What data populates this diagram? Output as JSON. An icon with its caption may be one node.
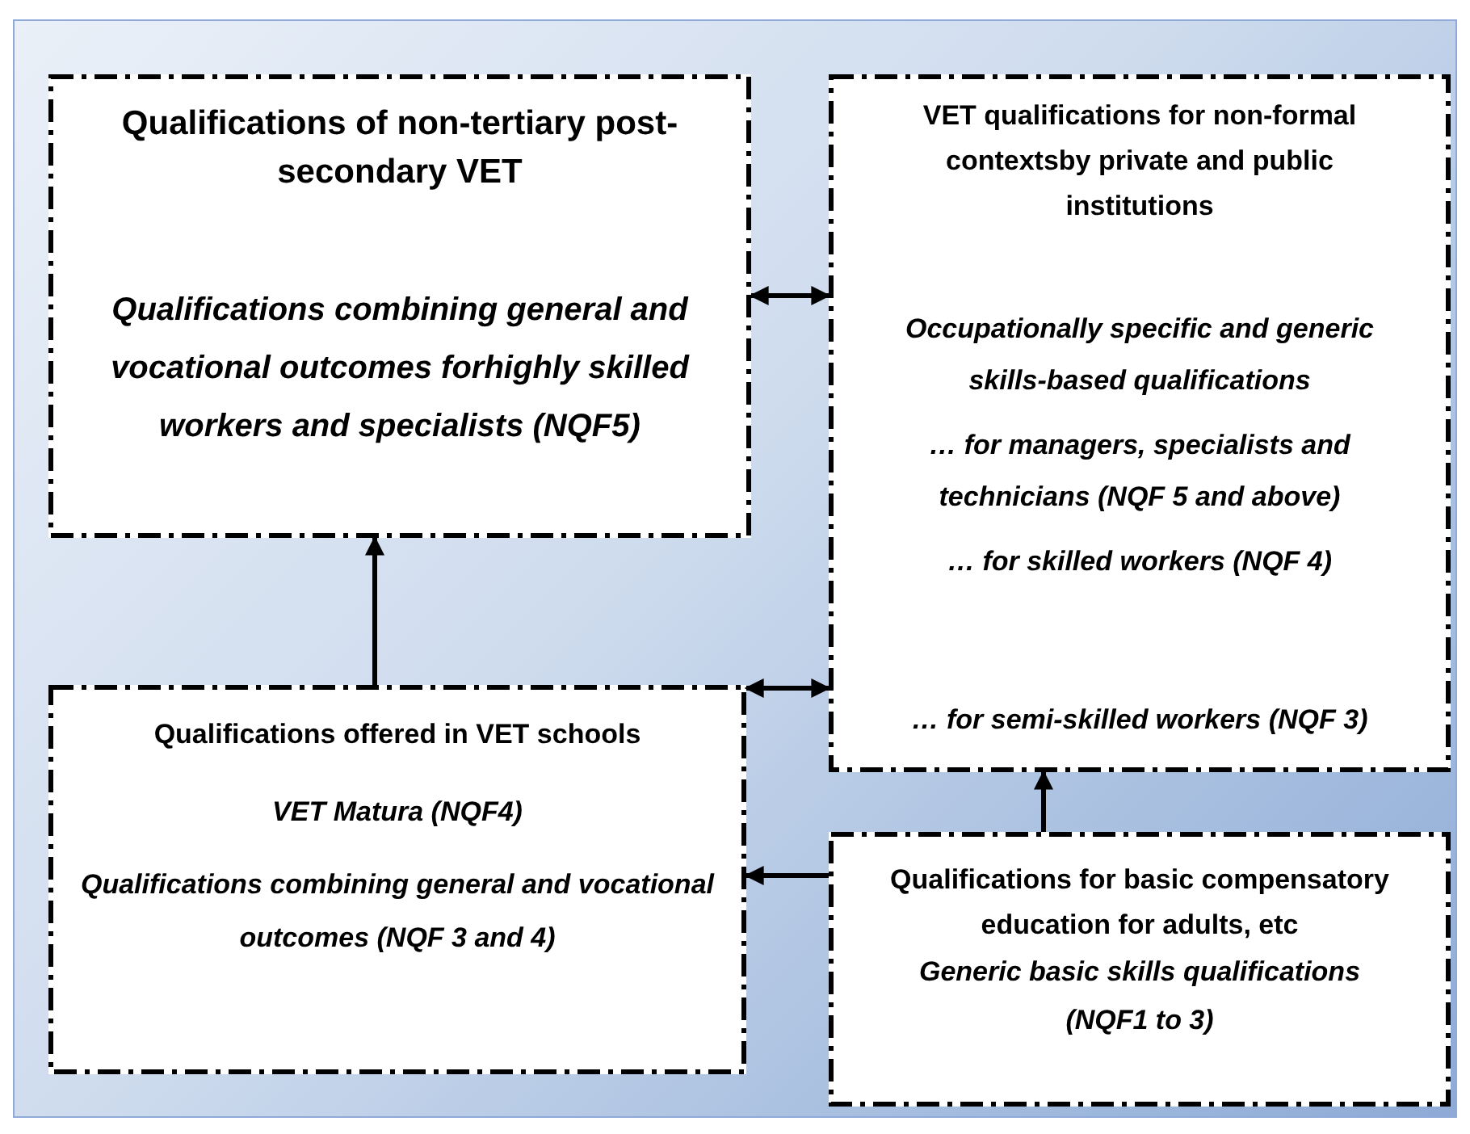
{
  "diagram": {
    "nodes": [
      {
        "text": [
          "Qualifications of non-tertiary post-secondary VET",
          "Qualifications combining general and vocational outcomes forhighly skilled workers and specialists (NQF5)"
        ]
      },
      {
        "text": [
          "VET qualifications for non-formal contextsby private and public institutions",
          "Occupationally specific and generic skills-based qualifications",
          "… for managers, specialists and technicians (NQF 5 and above)",
          "… for skilled workers (NQF 4)",
          "… for semi-skilled workers (NQF 3)"
        ]
      },
      {
        "text": [
          "Qualifications offered in VET schools",
          "VET Matura (NQF4)",
          "Qualifications combining general and vocational outcomes (NQF 3 and 4)"
        ]
      },
      {
        "text": [
          "Qualifications for basic compensatory education for adults, etc",
          "Generic basic skills qualifications (NQF1 to 3)"
        ]
      }
    ],
    "edges": [
      {
        "from": 0,
        "to": 1,
        "arrow": "both"
      },
      {
        "from": 2,
        "to": 0,
        "arrow": "to"
      },
      {
        "from": 2,
        "to": 1,
        "arrow": "both"
      },
      {
        "from": 3,
        "to": 1,
        "arrow": "to"
      },
      {
        "from": 3,
        "to": 2,
        "arrow": "to"
      }
    ]
  }
}
